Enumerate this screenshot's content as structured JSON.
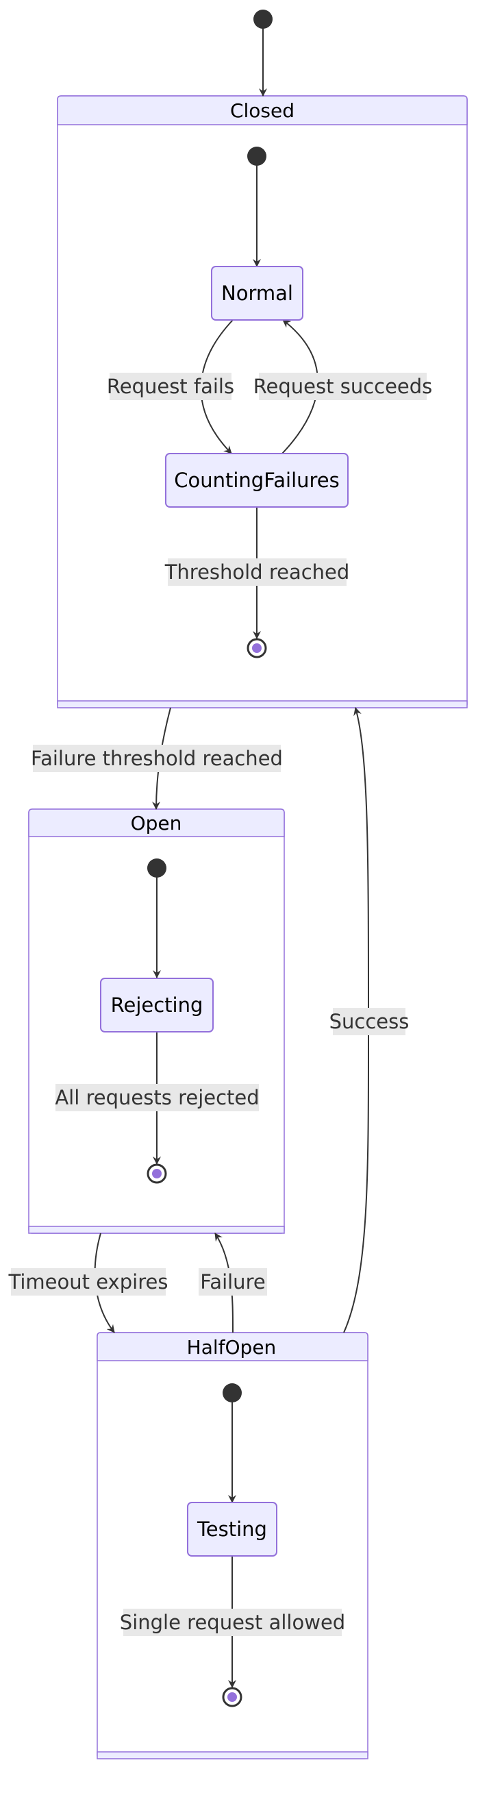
{
  "diagram": {
    "type": "state-diagram",
    "states": {
      "closed": "Closed",
      "open": "Open",
      "half_open": "HalfOpen",
      "normal": "Normal",
      "counting_failures": "CountingFailures",
      "rejecting": "Rejecting",
      "testing": "Testing"
    },
    "transitions": {
      "request_fails": "Request fails",
      "request_succeeds": "Request succeeds",
      "threshold_reached": "Threshold reached",
      "failure_threshold_reached": "Failure threshold reached",
      "all_requests_rejected": "All requests rejected",
      "success": "Success",
      "timeout_expires": "Timeout expires",
      "failure": "Failure",
      "single_request_allowed": "Single request allowed"
    },
    "colors": {
      "state_fill": "#ececff",
      "state_border": "#9370db",
      "edge": "#333333",
      "label_background": "#e8e8e8",
      "end_marker": "#9370db"
    }
  }
}
